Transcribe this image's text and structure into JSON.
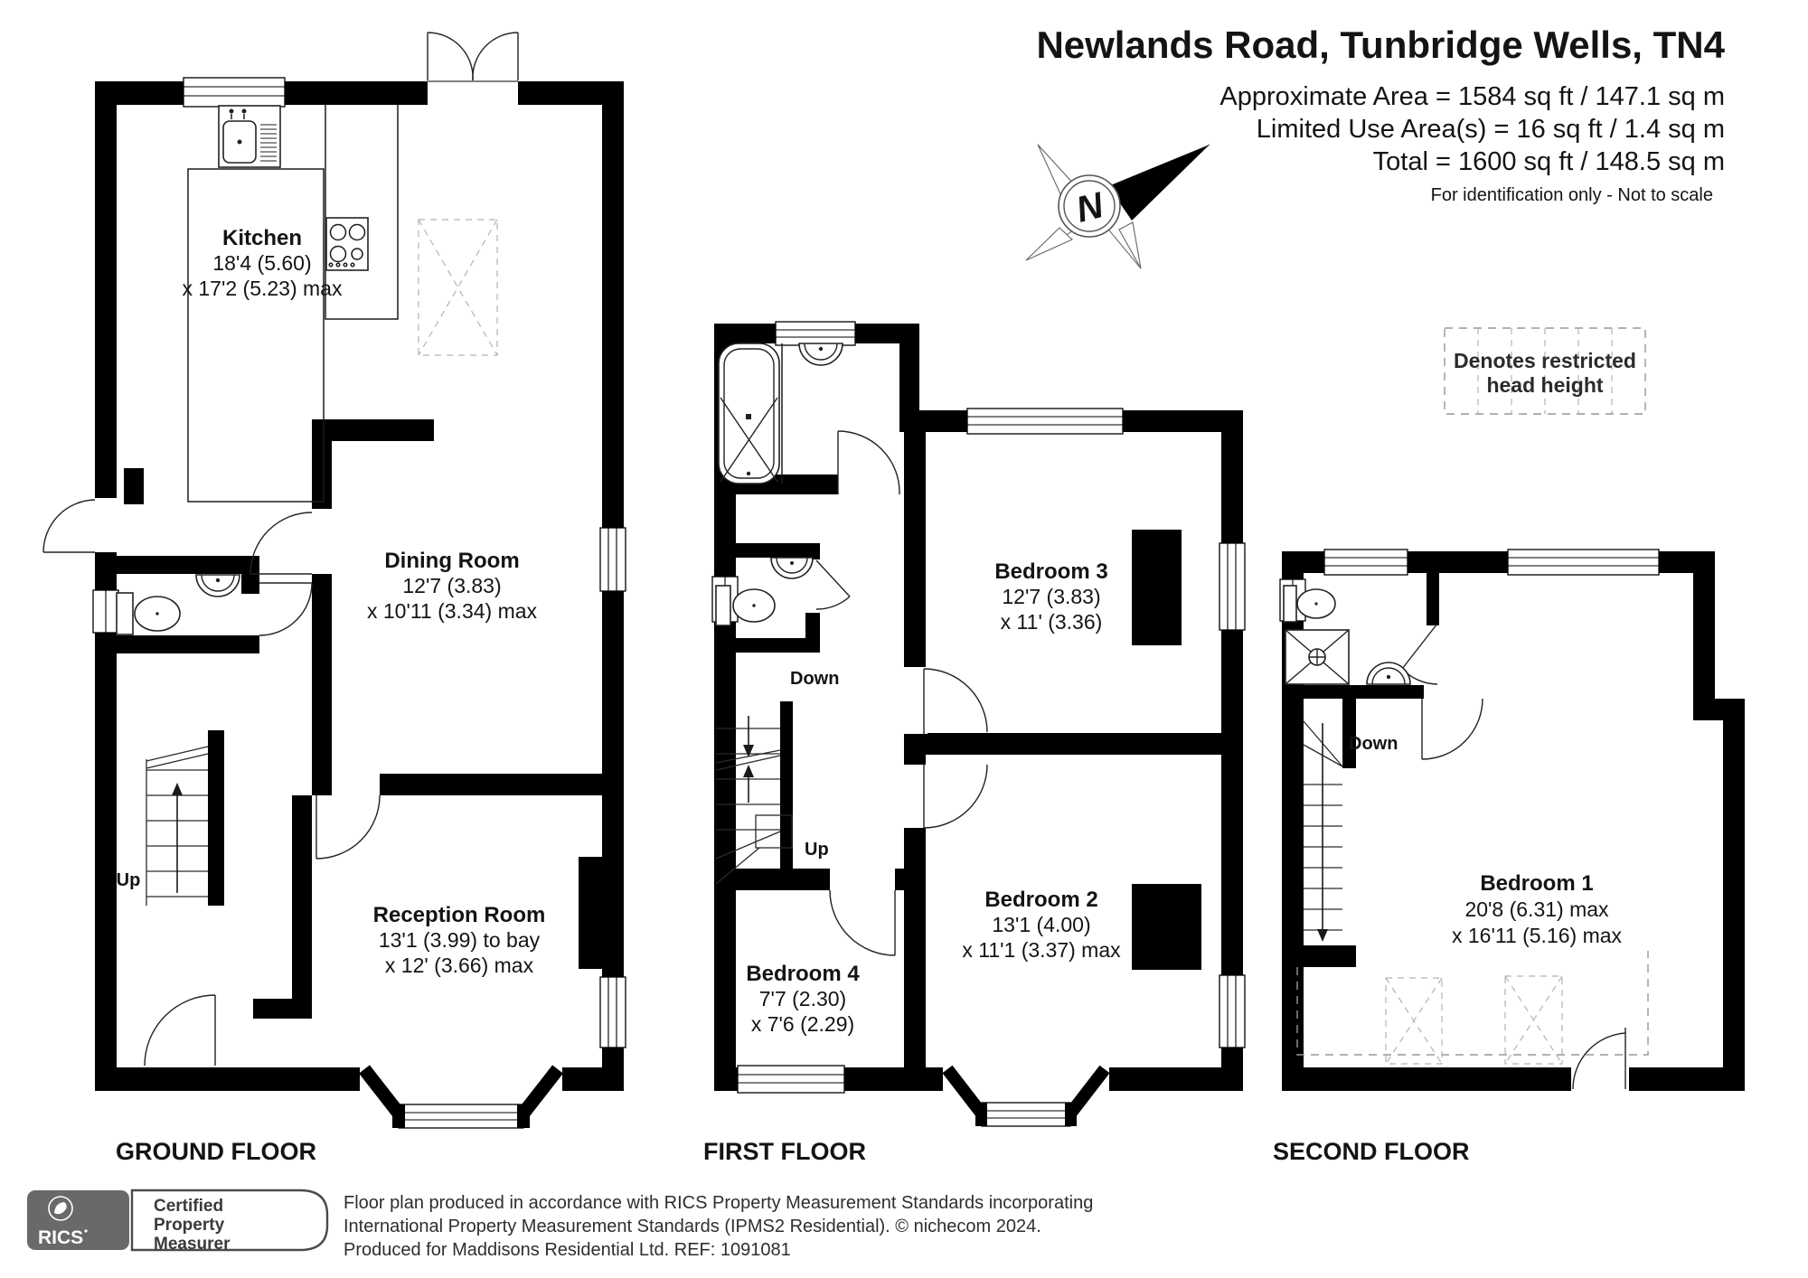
{
  "header": {
    "title": "Newlands Road, Tunbridge Wells, TN4",
    "area_line1": "Approximate Area = 1584 sq ft / 147.1 sq m",
    "area_line2": "Limited Use Area(s) = 16 sq ft / 1.4 sq m",
    "area_line3": "Total = 1600 sq ft / 148.5 sq m",
    "disclaimer": "For identification only - Not to scale"
  },
  "compass": {
    "north_label": "N"
  },
  "legend": {
    "line1": "Denotes restricted",
    "line2": "head height"
  },
  "floors": {
    "ground": {
      "label": "GROUND FLOOR",
      "stair_up_label": "Up",
      "rooms": {
        "kitchen": {
          "name": "Kitchen",
          "dim1": "18'4 (5.60)",
          "dim2": "x 17'2 (5.23) max"
        },
        "dining": {
          "name": "Dining Room",
          "dim1": "12'7 (3.83)",
          "dim2": "x 10'11 (3.34) max"
        },
        "reception": {
          "name": "Reception Room",
          "dim1": "13'1 (3.99) to bay",
          "dim2": "x 12' (3.66) max"
        }
      }
    },
    "first": {
      "label": "FIRST FLOOR",
      "stair_down_label": "Down",
      "stair_up_label": "Up",
      "rooms": {
        "bedroom3": {
          "name": "Bedroom 3",
          "dim1": "12'7 (3.83)",
          "dim2": "x 11' (3.36)"
        },
        "bedroom2": {
          "name": "Bedroom 2",
          "dim1": "13'1 (4.00)",
          "dim2": "x 11'1 (3.37) max"
        },
        "bedroom4": {
          "name": "Bedroom 4",
          "dim1": "7'7 (2.30)",
          "dim2": "x 7'6 (2.29)"
        }
      }
    },
    "second": {
      "label": "SECOND FLOOR",
      "stair_down_label": "Down",
      "rooms": {
        "bedroom1": {
          "name": "Bedroom 1",
          "dim1": "20'8 (6.31) max",
          "dim2": "x 16'11 (5.16) max"
        }
      }
    }
  },
  "footer": {
    "logo_text": "RICS",
    "badge_line1": "Certified",
    "badge_line2": "Property",
    "badge_line3": "Measurer",
    "line1": "Floor plan produced in accordance with RICS Property Measurement Standards incorporating",
    "line2": "International Property Measurement Standards (IPMS2 Residential).  © nichecom 2024.",
    "line3": "Produced for Maddisons Residential Ltd.   REF:  1091081"
  }
}
